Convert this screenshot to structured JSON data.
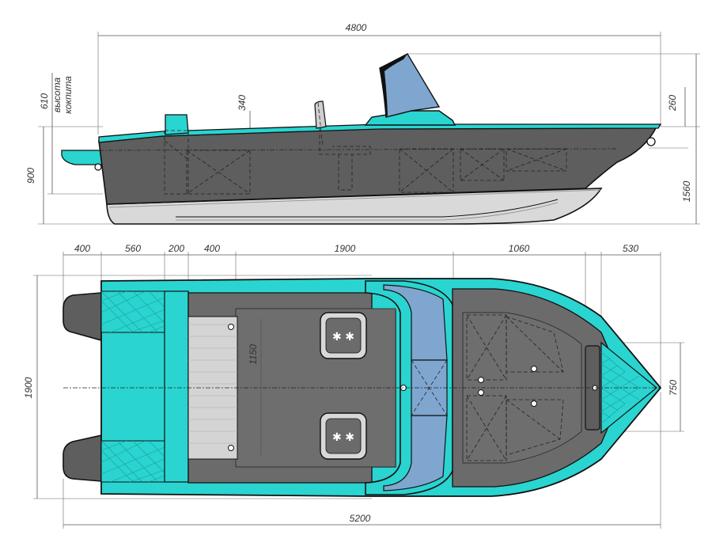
{
  "colors": {
    "teal": "#2ad4d0",
    "hull_gray": "#5e5e5e",
    "deck_gray": "#6b6b6b",
    "light_gray": "#d9d9d9",
    "blue": "#7fa6cf",
    "outline": "#111111",
    "background": "#ffffff"
  },
  "side_view": {
    "overall_length": "4800",
    "hood_height_value": "610",
    "hood_height_label_line1": "высота",
    "hood_height_label_line2": "кокпита",
    "side_height": "900",
    "seat_height": "340",
    "windshield_height": "260",
    "bow_height": "1560"
  },
  "top_view": {
    "section_widths": [
      "400",
      "560",
      "200",
      "400",
      "1900",
      "1060",
      "530"
    ],
    "beam_width": "1900",
    "seat_spacing": "1150",
    "bow_hatch_width": "750",
    "overall_length": "5200"
  }
}
